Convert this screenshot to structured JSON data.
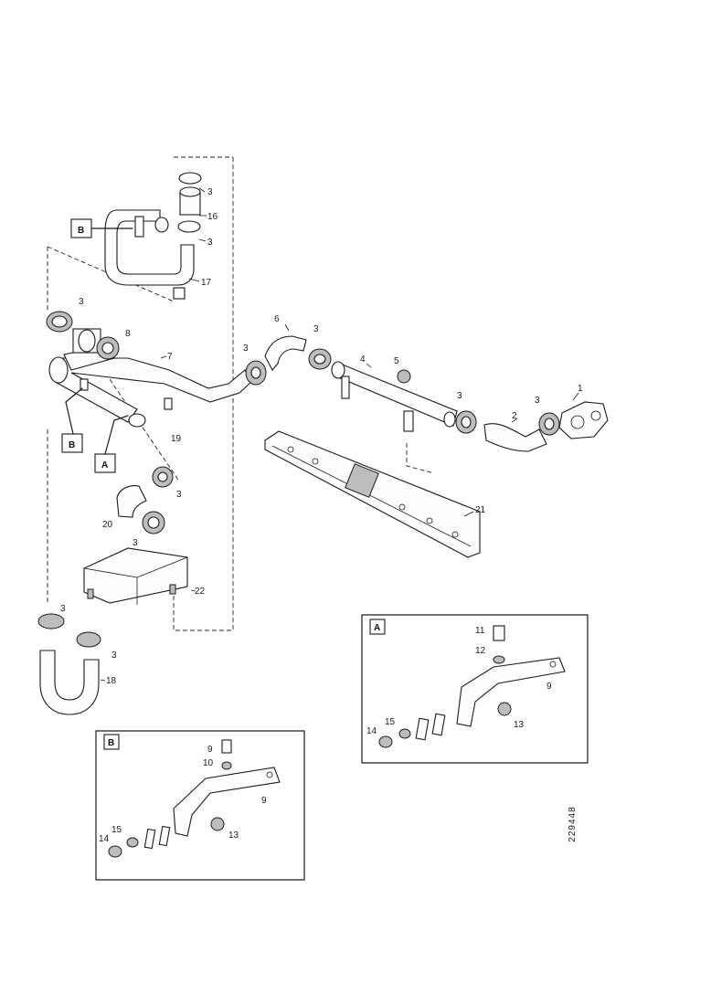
{
  "callouts": {
    "p1": "1",
    "p2": "2",
    "p3": "3",
    "p4": "4",
    "p5": "5",
    "p6": "6",
    "p7": "7",
    "p8": "8",
    "p9": "9",
    "p10": "10",
    "p11": "11",
    "p12": "12",
    "p13": "13",
    "p14": "14",
    "p15": "15",
    "p16": "16",
    "p17": "17",
    "p18": "18",
    "p19": "19",
    "p20": "20",
    "p21": "21",
    "p22": "22"
  },
  "detail_labels": {
    "a": "A",
    "b": "B"
  },
  "reference_number": "229448"
}
